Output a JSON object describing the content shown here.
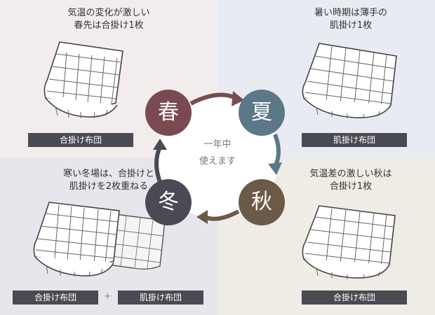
{
  "colors": {
    "spring_bg": "#f3eced",
    "summer_bg": "#e9ebf3",
    "winter_bg": "#e6e6ec",
    "autumn_bg": "#eeece4",
    "spring": "#7a4a51",
    "summer": "#5b7889",
    "autumn": "#6b5a48",
    "winter": "#4a4a54",
    "tag": "#4a4a52"
  },
  "spring": {
    "season": "春",
    "caption_line1": "気温の変化が激しい",
    "caption_line2": "春先は合掛け1枚",
    "tag": "合掛け布団",
    "icon": "comforter-illustration"
  },
  "summer": {
    "season": "夏",
    "caption_line1": "暑い時期は薄手の",
    "caption_line2": "肌掛け1枚",
    "tag": "肌掛け布団",
    "icon": "comforter-illustration"
  },
  "autumn": {
    "season": "秋",
    "caption_line1": "気温差の激しい秋は",
    "caption_line2": "合掛け1枚",
    "tag": "合掛け布団",
    "icon": "comforter-illustration"
  },
  "winter": {
    "season": "冬",
    "caption_line1": "寒い冬場は、合掛けと",
    "caption_line2": "肌掛けを2枚重ねる",
    "tag_left": "合掛け布団",
    "plus": "+",
    "tag_right": "肌掛け布団",
    "icon": "layered-comforter-illustration"
  },
  "center": {
    "line1": "一年中",
    "line2": "使えます"
  }
}
